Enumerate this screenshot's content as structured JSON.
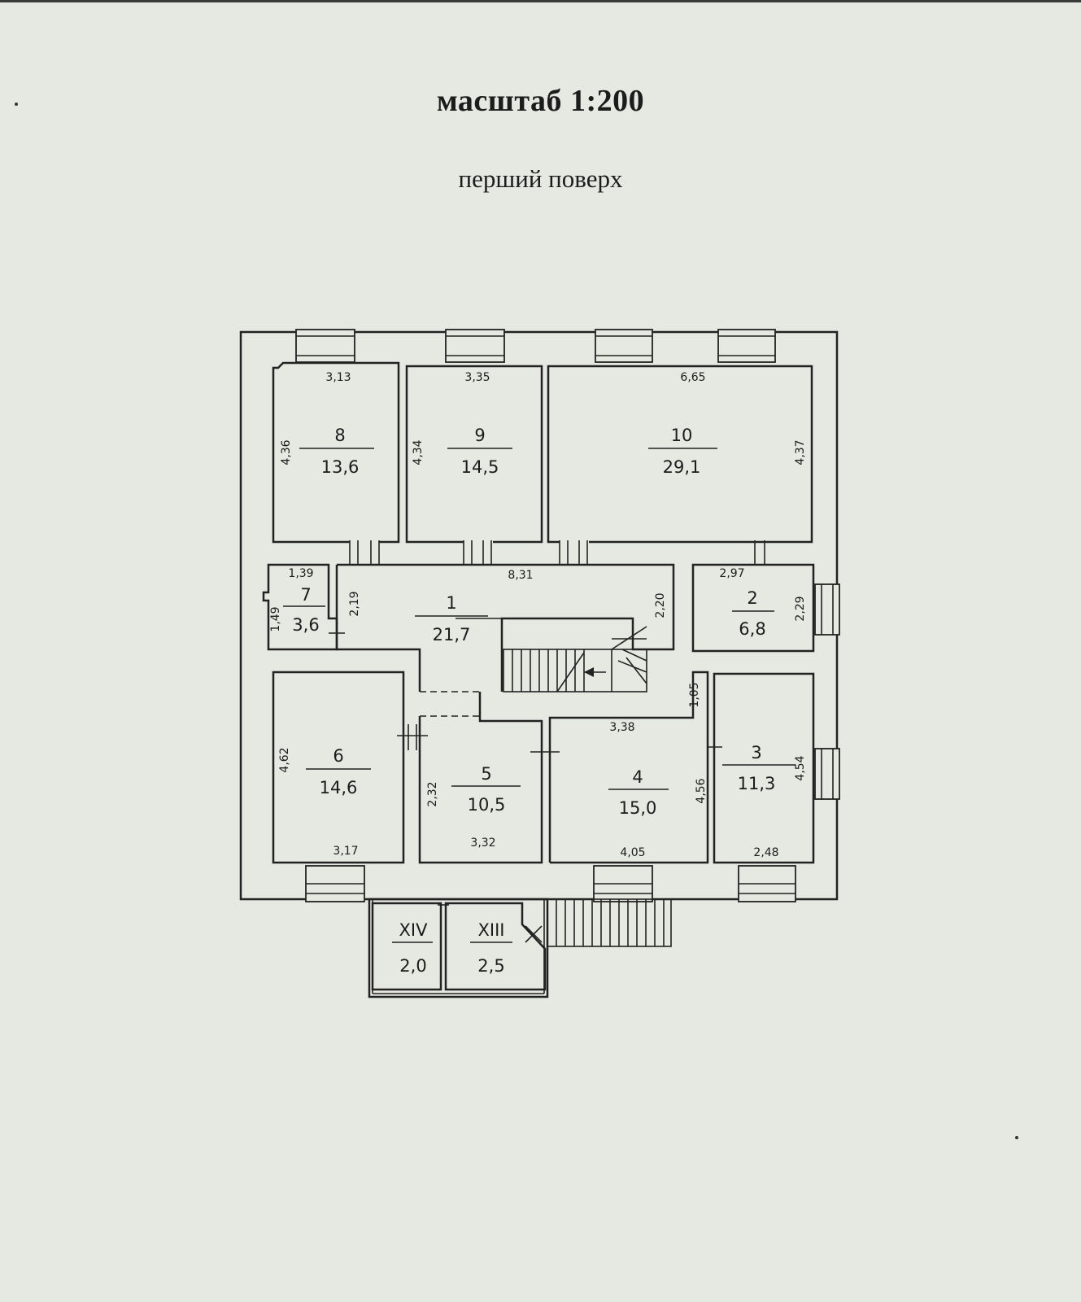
{
  "header": {
    "scale": "масштаб 1:200",
    "floor": "перший поверх"
  },
  "rooms": [
    {
      "id": "8",
      "number": "8",
      "area": "13,6",
      "width": "3,13",
      "length": "4,36"
    },
    {
      "id": "9",
      "number": "9",
      "area": "14,5",
      "width": "3,35",
      "length": "4,34"
    },
    {
      "id": "10",
      "number": "10",
      "area": "29,1",
      "width": "6,65",
      "length": "4,37"
    },
    {
      "id": "7",
      "number": "7",
      "area": "3,6",
      "width": "1,39",
      "length": "1,49"
    },
    {
      "id": "1",
      "number": "1",
      "area": "21,7",
      "width": "8,31",
      "length_left": "2,19",
      "length_right": "2,20"
    },
    {
      "id": "2",
      "number": "2",
      "area": "6,8",
      "width": "2,97",
      "length": "2,29"
    },
    {
      "id": "6",
      "number": "6",
      "area": "14,6",
      "width": "3,17",
      "length": "4,62"
    },
    {
      "id": "5",
      "number": "5",
      "area": "10,5",
      "width": "3,32",
      "length": "2,32"
    },
    {
      "id": "4",
      "number": "4",
      "area": "15,0",
      "width_top": "3,38",
      "width_bottom": "4,05",
      "length": "4,56",
      "notch": "1,05"
    },
    {
      "id": "3",
      "number": "3",
      "area": "11,3",
      "width": "2,48",
      "length": "4,54"
    },
    {
      "id": "XIV",
      "number": "XIV",
      "area": "2,0"
    },
    {
      "id": "XIII",
      "number": "XIII",
      "area": "2,5"
    }
  ]
}
